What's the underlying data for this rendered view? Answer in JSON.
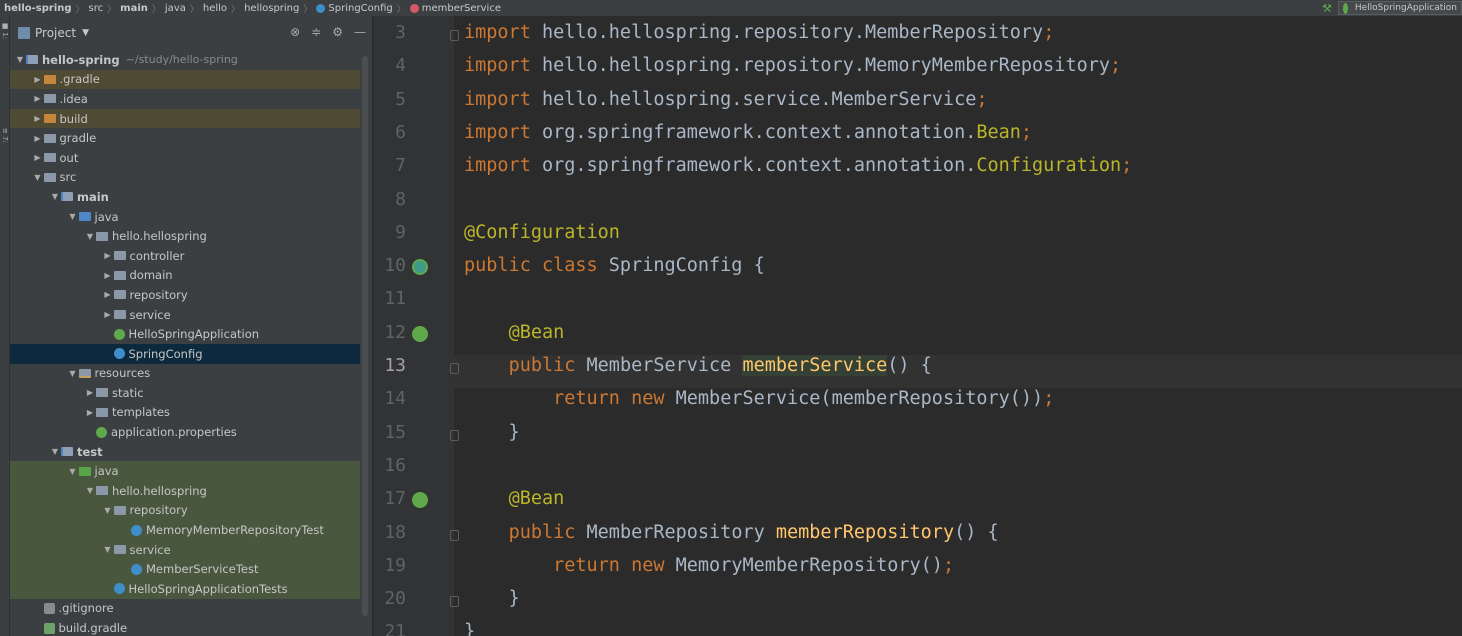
{
  "breadcrumb": [
    {
      "label": "hello-spring",
      "bold": true
    },
    {
      "label": "src"
    },
    {
      "label": "main",
      "bold": true
    },
    {
      "label": "java"
    },
    {
      "label": "hello"
    },
    {
      "label": "hellospring"
    },
    {
      "label": "SpringConfig",
      "icon": "class"
    },
    {
      "label": "memberService",
      "icon": "method"
    }
  ],
  "run_config": {
    "label": "HelloSpringApplication"
  },
  "colors": {
    "accent": "#3d8ec9",
    "selection": "#0d293e",
    "keyword": "#cc7832",
    "annotation": "#bbb529",
    "method": "#ffc66d"
  },
  "project_panel": {
    "title": "Project",
    "tree": [
      {
        "name": "hello-spring",
        "extra": "~/study/hello-spring",
        "indent": 0,
        "arrow": "open",
        "icon": "mod",
        "bold": true
      },
      {
        "name": ".gradle",
        "indent": 1,
        "arrow": "closed",
        "icon": "orange",
        "style": "excluded"
      },
      {
        "name": ".idea",
        "indent": 1,
        "arrow": "closed",
        "icon": "pkg"
      },
      {
        "name": "build",
        "indent": 1,
        "arrow": "closed",
        "icon": "orange",
        "style": "excluded"
      },
      {
        "name": "gradle",
        "indent": 1,
        "arrow": "closed",
        "icon": "pkg"
      },
      {
        "name": "out",
        "indent": 1,
        "arrow": "closed",
        "icon": "pkg"
      },
      {
        "name": "src",
        "indent": 1,
        "arrow": "open",
        "icon": "pkg"
      },
      {
        "name": "main",
        "indent": 2,
        "arrow": "open",
        "icon": "mod",
        "bold": true
      },
      {
        "name": "java",
        "indent": 3,
        "arrow": "open",
        "icon": "blue"
      },
      {
        "name": "hello.hellospring",
        "indent": 4,
        "arrow": "open",
        "icon": "pkg"
      },
      {
        "name": "controller",
        "indent": 5,
        "arrow": "closed",
        "icon": "pkg"
      },
      {
        "name": "domain",
        "indent": 5,
        "arrow": "closed",
        "icon": "pkg"
      },
      {
        "name": "repository",
        "indent": 5,
        "arrow": "closed",
        "icon": "pkg"
      },
      {
        "name": "service",
        "indent": 5,
        "arrow": "closed",
        "icon": "pkg"
      },
      {
        "name": "HelloSpringApplication",
        "indent": 5,
        "arrow": "none",
        "icon": "spring"
      },
      {
        "name": "SpringConfig",
        "indent": 5,
        "arrow": "none",
        "icon": "cls",
        "style": "selected"
      },
      {
        "name": "resources",
        "indent": 3,
        "arrow": "open",
        "icon": "res"
      },
      {
        "name": "static",
        "indent": 4,
        "arrow": "closed",
        "icon": "pkg"
      },
      {
        "name": "templates",
        "indent": 4,
        "arrow": "closed",
        "icon": "pkg"
      },
      {
        "name": "application.properties",
        "indent": 4,
        "arrow": "none",
        "icon": "spring"
      },
      {
        "name": "test",
        "indent": 2,
        "arrow": "open",
        "icon": "mod",
        "bold": true
      },
      {
        "name": "java",
        "indent": 3,
        "arrow": "open",
        "icon": "green",
        "style": "testsrc"
      },
      {
        "name": "hello.hellospring",
        "indent": 4,
        "arrow": "open",
        "icon": "pkg",
        "style": "testsrc"
      },
      {
        "name": "repository",
        "indent": 5,
        "arrow": "open",
        "icon": "pkg",
        "style": "testsrc"
      },
      {
        "name": "MemoryMemberRepositoryTest",
        "indent": 6,
        "arrow": "none",
        "icon": "cls",
        "style": "testsrc"
      },
      {
        "name": "service",
        "indent": 5,
        "arrow": "open",
        "icon": "pkg",
        "style": "testsrc"
      },
      {
        "name": "MemberServiceTest",
        "indent": 6,
        "arrow": "none",
        "icon": "cls",
        "style": "testsrc"
      },
      {
        "name": "HelloSpringApplicationTests",
        "indent": 5,
        "arrow": "none",
        "icon": "cls",
        "style": "testsrc"
      },
      {
        "name": ".gitignore",
        "indent": 1,
        "arrow": "none",
        "icon": "git"
      },
      {
        "name": "build.gradle",
        "indent": 1,
        "arrow": "none",
        "icon": "gradle"
      }
    ]
  },
  "editor": {
    "active_line": "13",
    "lines": [
      {
        "n": "3",
        "tokens": [
          {
            "t": "import",
            "c": "kw"
          },
          {
            "t": " hello.hellospring.repository.MemberRepository"
          },
          {
            "t": ";",
            "c": "kw"
          }
        ]
      },
      {
        "n": "4",
        "tokens": [
          {
            "t": "import",
            "c": "kw"
          },
          {
            "t": " hello.hellospring.repository.MemoryMemberRepository"
          },
          {
            "t": ";",
            "c": "kw"
          }
        ]
      },
      {
        "n": "5",
        "tokens": [
          {
            "t": "import",
            "c": "kw"
          },
          {
            "t": " hello.hellospring.service.MemberService"
          },
          {
            "t": ";",
            "c": "kw"
          }
        ]
      },
      {
        "n": "6",
        "tokens": [
          {
            "t": "import",
            "c": "kw"
          },
          {
            "t": " org.springframework.context.annotation."
          },
          {
            "t": "Bean",
            "c": "ann"
          },
          {
            "t": ";",
            "c": "kw"
          }
        ]
      },
      {
        "n": "7",
        "tokens": [
          {
            "t": "import",
            "c": "kw"
          },
          {
            "t": " org.springframework.context.annotation."
          },
          {
            "t": "Configuration",
            "c": "ann"
          },
          {
            "t": ";",
            "c": "kw"
          }
        ]
      },
      {
        "n": "8",
        "tokens": []
      },
      {
        "n": "9",
        "tokens": [
          {
            "t": "@Configuration",
            "c": "ann"
          }
        ]
      },
      {
        "n": "10",
        "tokens": [
          {
            "t": "public class",
            "c": "kw"
          },
          {
            "t": " SpringConfig {"
          }
        ]
      },
      {
        "n": "11",
        "tokens": []
      },
      {
        "n": "12",
        "tokens": [
          {
            "t": "    "
          },
          {
            "t": "@Bean",
            "c": "ann"
          }
        ]
      },
      {
        "n": "13",
        "tokens": [
          {
            "t": "    "
          },
          {
            "t": "public",
            "c": "kw"
          },
          {
            "t": " MemberService "
          },
          {
            "t": "memberService",
            "c": "fn hl"
          },
          {
            "t": "() {"
          }
        ]
      },
      {
        "n": "14",
        "tokens": [
          {
            "t": "        "
          },
          {
            "t": "return new",
            "c": "kw"
          },
          {
            "t": " MemberService(memberRepository())"
          },
          {
            "t": ";",
            "c": "kw"
          }
        ]
      },
      {
        "n": "15",
        "tokens": [
          {
            "t": "    }"
          }
        ]
      },
      {
        "n": "16",
        "tokens": []
      },
      {
        "n": "17",
        "tokens": [
          {
            "t": "    "
          },
          {
            "t": "@Bean",
            "c": "ann"
          }
        ]
      },
      {
        "n": "18",
        "tokens": [
          {
            "t": "    "
          },
          {
            "t": "public",
            "c": "kw"
          },
          {
            "t": " MemberRepository "
          },
          {
            "t": "memberRepository",
            "c": "fn"
          },
          {
            "t": "() {"
          }
        ]
      },
      {
        "n": "19",
        "tokens": [
          {
            "t": "        "
          },
          {
            "t": "return new",
            "c": "kw"
          },
          {
            "t": " MemoryMemberRepository()"
          },
          {
            "t": ";",
            "c": "kw"
          }
        ]
      },
      {
        "n": "20",
        "tokens": [
          {
            "t": "    }"
          }
        ]
      },
      {
        "n": "21",
        "tokens": [
          {
            "t": "}"
          }
        ]
      }
    ]
  }
}
